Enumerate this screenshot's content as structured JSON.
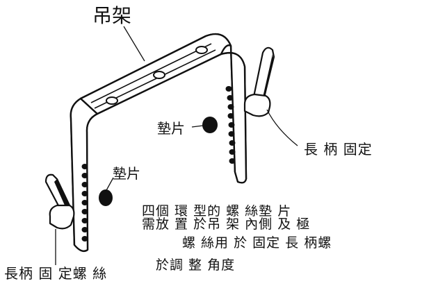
{
  "title": "吊架",
  "labels": {
    "pad_right": "墊片",
    "pad_left": "墊片",
    "handle_right": "長 柄 固定",
    "handle_left": "長柄 固 定螺 絲"
  },
  "note": [
    "四個 環 型的 螺 絲墊 片",
    "需放 置 於吊 架 內側 及 極",
    "螺 絲用 於 固定 長 柄螺",
    "於調 整 角度"
  ],
  "colors": {
    "ink": "#111111",
    "background": "#ffffff"
  },
  "icons": [
    "wing-screw-icon",
    "washer-icon",
    "mounting-hole-icon"
  ]
}
